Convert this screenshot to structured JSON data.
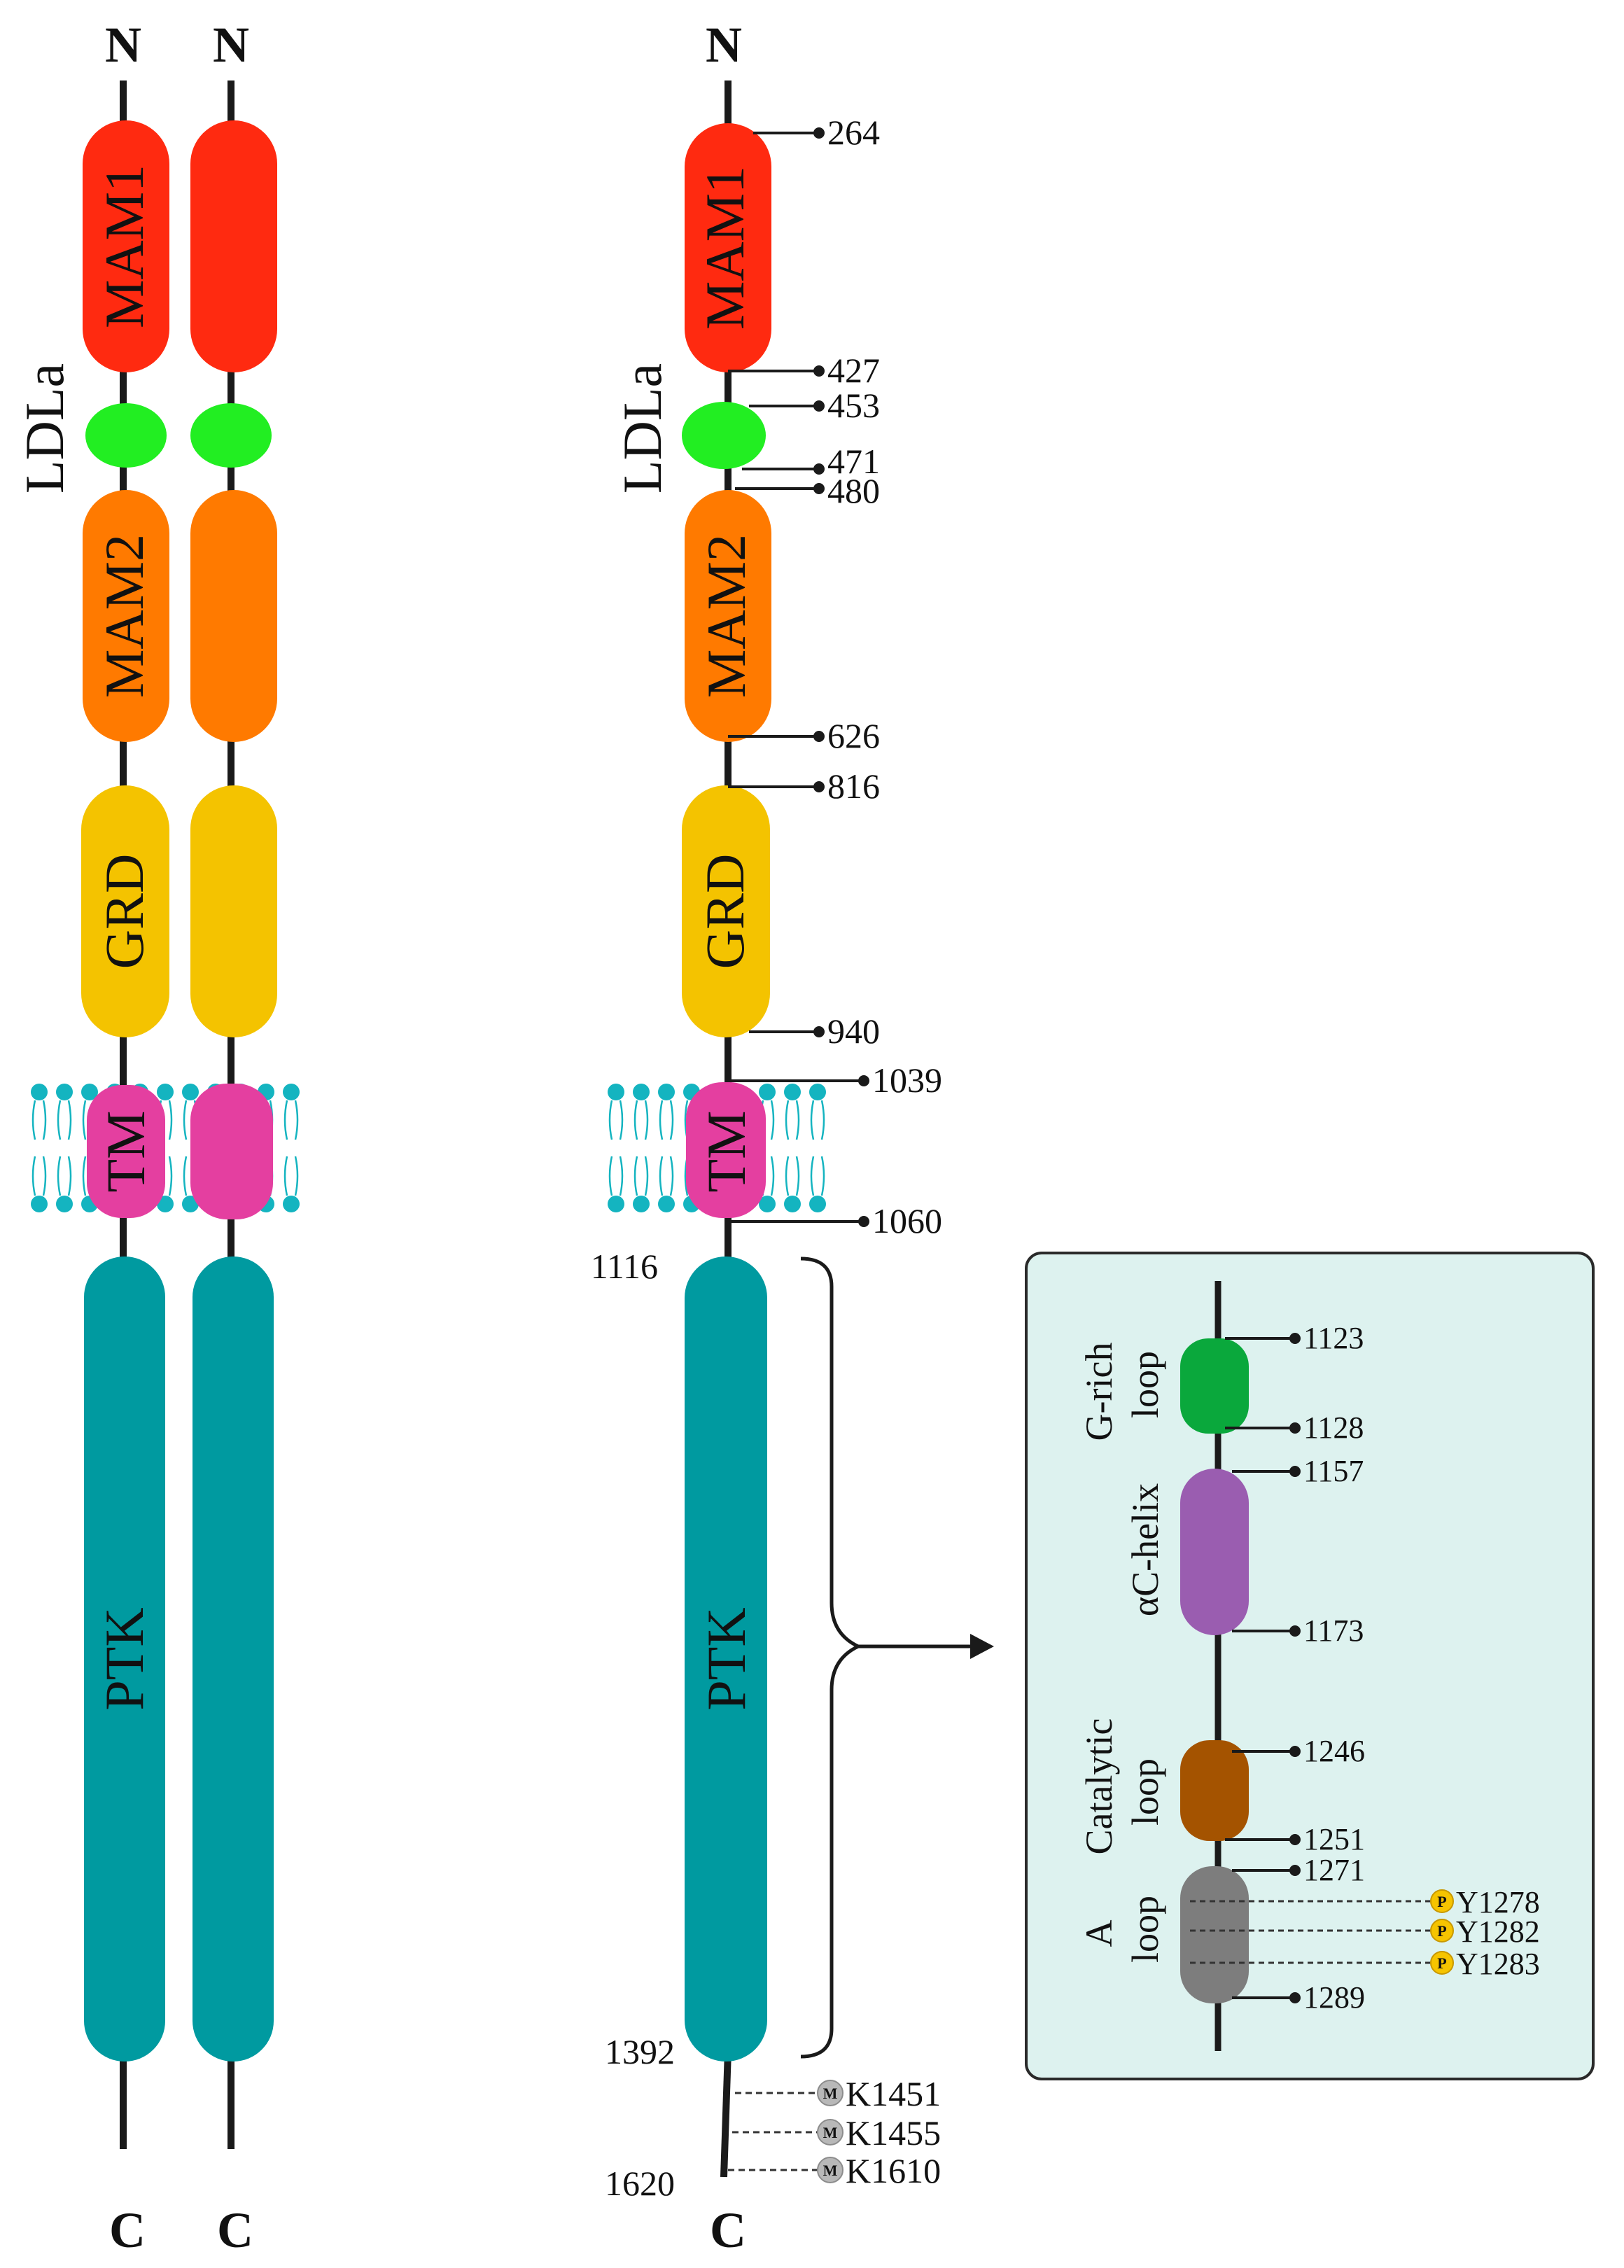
{
  "colors": {
    "mam1": "#ff2a10",
    "ldla": "#22ee22",
    "mam2": "#ff7a00",
    "grd": "#f4c300",
    "tm": "#e43fa0",
    "ptk": "#009aa0",
    "membrane": "#14b4c0",
    "g_rich_loop": "#0aa83c",
    "ac_helix": "#9a5db0",
    "catalytic_loop": "#a45300",
    "a_loop": "#7d7d7d",
    "inset_bg": "#ddf2ef",
    "phospho": "#f6c400",
    "methyl": "#b8b8b8"
  },
  "termini": {
    "n": "N",
    "c": "C"
  },
  "domains": {
    "mam1": "MAM1",
    "ldla": "LDLa",
    "mam2": "MAM2",
    "grd": "GRD",
    "tm": "TM",
    "ptk": "PTK"
  },
  "positions": {
    "p264": "264",
    "p427": "427",
    "p453": "453",
    "p471": "471",
    "p480": "480",
    "p626": "626",
    "p816": "816",
    "p940": "940",
    "p1039": "1039",
    "p1060": "1060",
    "p1116": "1116",
    "p1392": "1392",
    "p1620": "1620"
  },
  "methylation": {
    "symbol": "M",
    "sites": [
      "K1451",
      "K1455",
      "K1610"
    ]
  },
  "inset": {
    "g_rich_1": "G-rich",
    "g_rich_2": "loop",
    "ac_helix": "αC-helix",
    "catalytic_1": "Catalytic",
    "catalytic_2": "loop",
    "a_loop_1": "A",
    "a_loop_2": "loop",
    "positions": {
      "p1123": "1123",
      "p1128": "1128",
      "p1157": "1157",
      "p1173": "1173",
      "p1246": "1246",
      "p1251": "1251",
      "p1271": "1271",
      "p1289": "1289"
    },
    "phospho": {
      "symbol": "P",
      "sites": [
        "Y1278",
        "Y1282",
        "Y1283"
      ]
    }
  }
}
